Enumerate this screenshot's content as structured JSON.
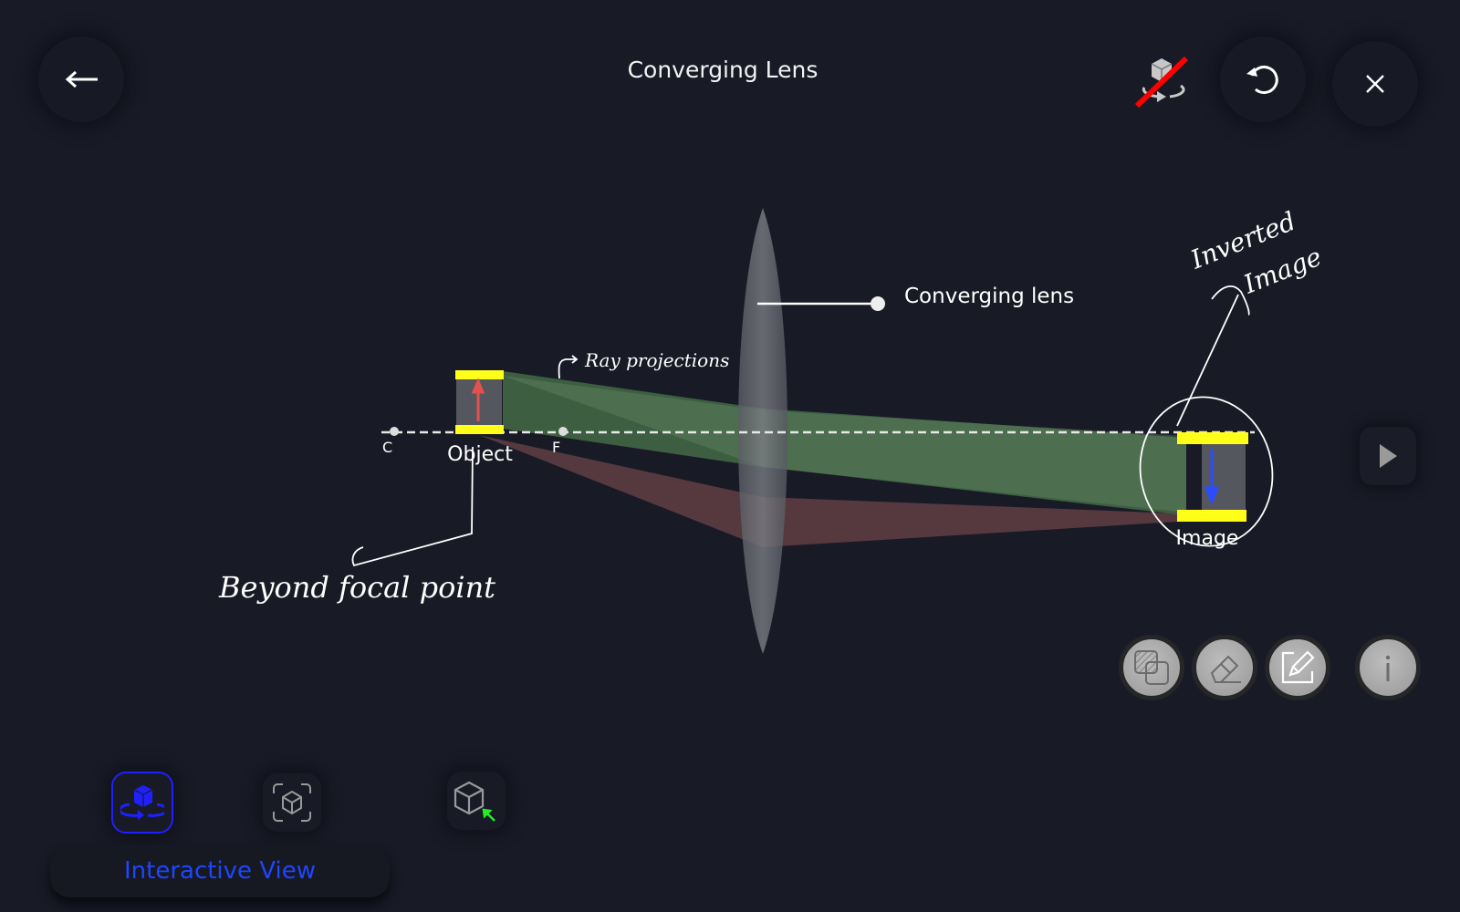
{
  "header": {
    "title": "Converging Lens",
    "back_icon": "arrow-left-icon",
    "rotation_toggle_icon": "rotate-3d-disabled-icon",
    "reset_icon": "reset-icon",
    "close_icon": "close-icon"
  },
  "scene": {
    "points": {
      "c_label": "C",
      "f_label": "F"
    },
    "object_label": "Object",
    "image_label": "Image",
    "lens_label": "Converging lens",
    "colors": {
      "object_arrow": "#e45050",
      "image_arrow": "#2a4cff",
      "holder": "#ffff1a",
      "ray_green": "#4f7a4f",
      "ray_red": "#6a4448"
    }
  },
  "annotations": {
    "ray_projections": "Ray projections",
    "beyond_focal_point": "Beyond focal point",
    "inverted_image_line1": "Inverted",
    "inverted_image_line2": "Image"
  },
  "tools": [
    {
      "name": "layers",
      "icon": "layers-icon"
    },
    {
      "name": "eraser",
      "icon": "eraser-icon"
    },
    {
      "name": "edit",
      "icon": "pencil-edit-icon"
    },
    {
      "name": "info",
      "icon": "info-icon"
    }
  ],
  "next_icon": "play-right-icon",
  "view_modes": {
    "active_label": "Interactive View",
    "modes": [
      "interactive-view",
      "ar-view",
      "3d-select-view"
    ],
    "accent": "#1f45ff"
  }
}
